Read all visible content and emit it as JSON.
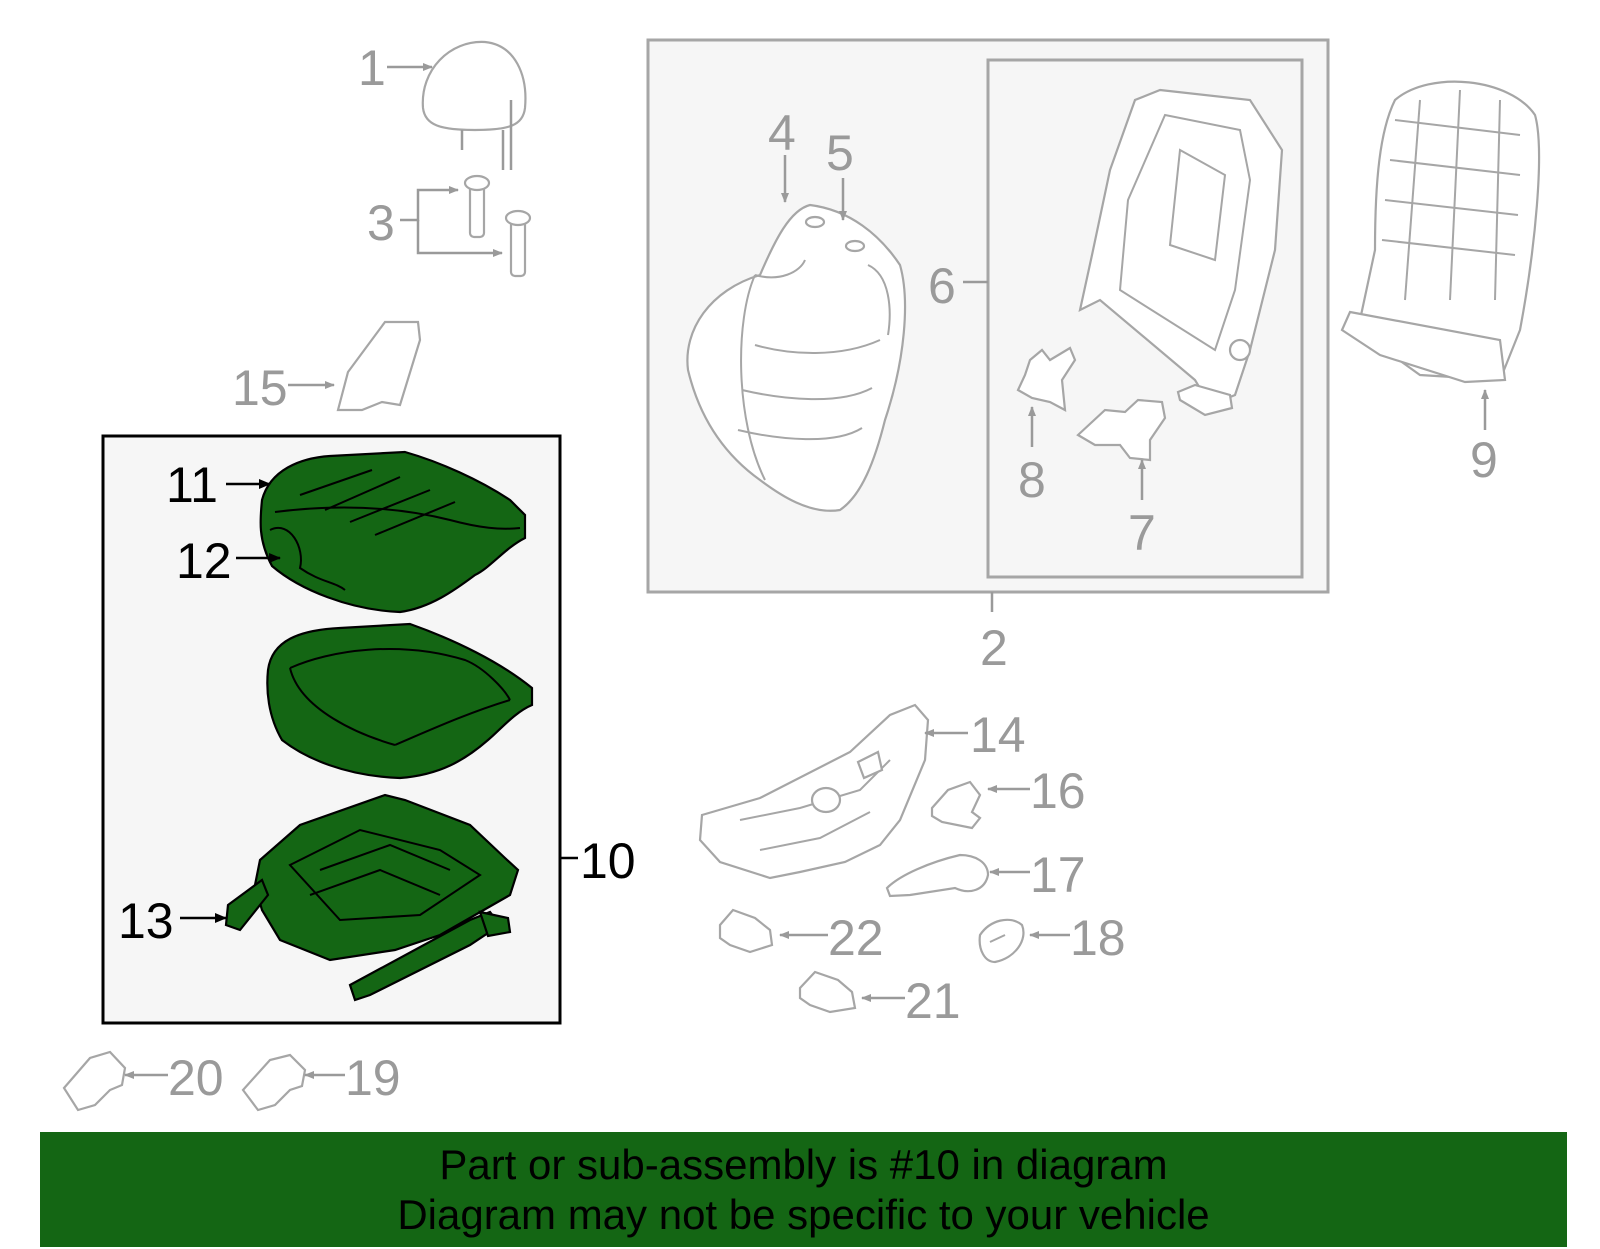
{
  "callouts": {
    "c1": "1",
    "c2": "2",
    "c3": "3",
    "c4": "4",
    "c5": "5",
    "c6": "6",
    "c7": "7",
    "c8": "8",
    "c9": "9",
    "c10": "10",
    "c11": "11",
    "c12": "12",
    "c13": "13",
    "c14": "14",
    "c15": "15",
    "c16": "16",
    "c17": "17",
    "c18": "18",
    "c19": "19",
    "c20": "20",
    "c21": "21",
    "c22": "22"
  },
  "banner": {
    "line1": "Part or sub-assembly is #10 in diagram",
    "line2": "Diagram may not be specific to your vehicle"
  },
  "colors": {
    "highlight": "#146614",
    "inactive_part": "#a6a6a6",
    "callout_inactive": "#9a9a9a",
    "callout_active": "#000000"
  }
}
